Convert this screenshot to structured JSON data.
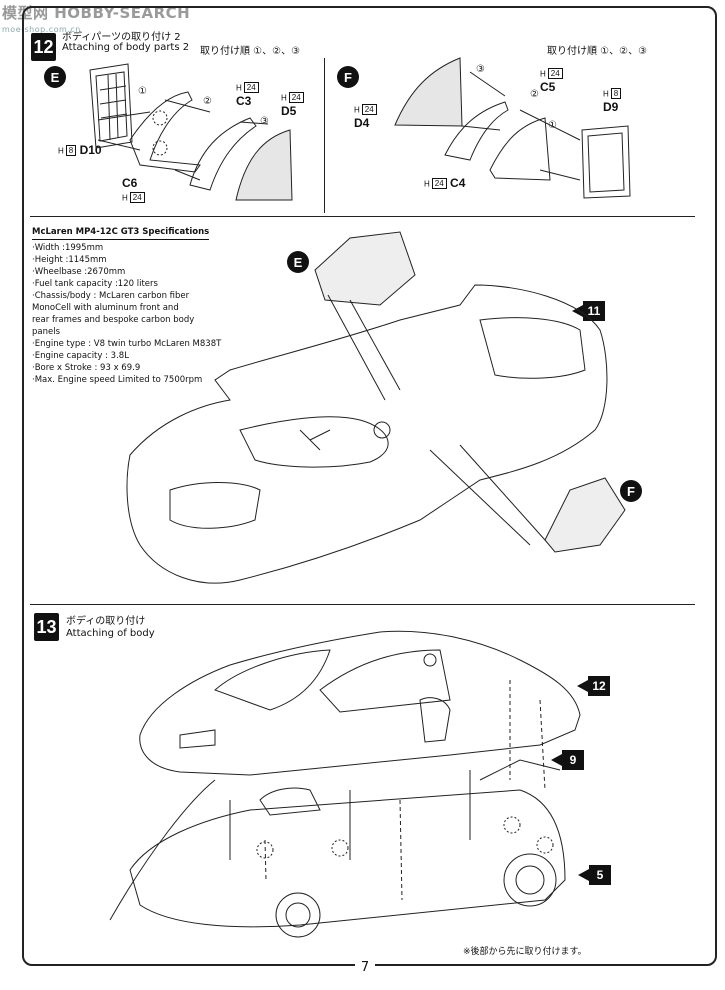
{
  "watermark": {
    "text": "模型网 HOBBY-SEARCH",
    "url": "moe-shop.com.cn"
  },
  "step12": {
    "number": "12",
    "title_jp": "ボディパーツの取り付け 2",
    "title_en": "Attaching of body parts 2",
    "sub_e": {
      "label": "E",
      "order": "取り付け順 ①、②、③",
      "parts": [
        {
          "code": "D10",
          "rack": "8",
          "letter": "H"
        },
        {
          "code": "C3",
          "rack": "24",
          "letter": "H"
        },
        {
          "code": "D5",
          "rack": "24",
          "letter": "H"
        },
        {
          "code": "C6",
          "rack": "24",
          "letter": "H"
        }
      ],
      "steps": [
        "①",
        "②",
        "③"
      ]
    },
    "sub_f": {
      "label": "F",
      "order": "取り付け順 ①、②、③",
      "parts": [
        {
          "code": "C5",
          "rack": "24",
          "letter": "H"
        },
        {
          "code": "D9",
          "rack": "8",
          "letter": "H"
        },
        {
          "code": "D4",
          "rack": "24",
          "letter": "H"
        },
        {
          "code": "C4",
          "rack": "24",
          "letter": "H"
        }
      ],
      "steps": [
        "①",
        "②",
        "③"
      ]
    },
    "ref_step": "11",
    "callout_e": "E",
    "callout_f": "F"
  },
  "specs": {
    "title": "McLaren MP4-12C GT3 Specifications",
    "lines": [
      "·Width :1995mm",
      "·Height :1145mm",
      "·Wheelbase :2670mm",
      "·Fuel tank capacity :120 liters",
      "·Chassis/body : McLaren carbon fiber",
      "  MonoCell with aluminum front and",
      "  rear frames and bespoke carbon body panels",
      "·Engine type : V8 twin turbo McLaren M838T",
      "·Engine capacity : 3.8L",
      "·Bore x Stroke : 93 x 69.9",
      "·Max. Engine speed Limited to 7500rpm"
    ]
  },
  "step13": {
    "number": "13",
    "title_jp": "ボディの取り付け",
    "title_en": "Attaching of body",
    "refs": [
      "12",
      "9",
      "5"
    ],
    "note": "※後部から先に取り付けます。"
  },
  "page": {
    "number": "7"
  },
  "colors": {
    "ink": "#111111",
    "paper": "#ffffff",
    "watermark": "#9a9a9a"
  }
}
